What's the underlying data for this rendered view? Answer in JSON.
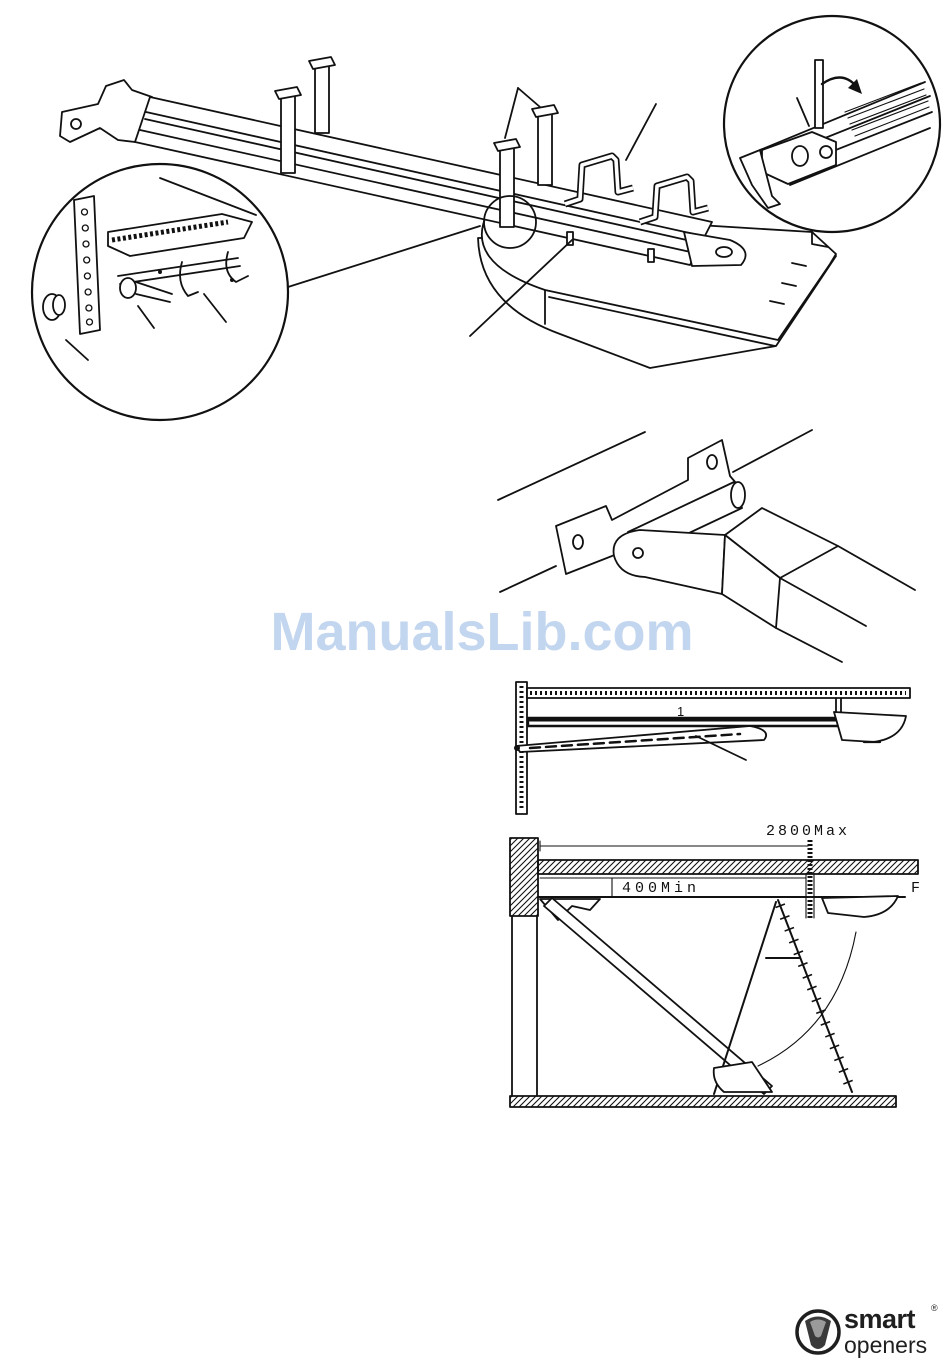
{
  "watermark": {
    "text": "ManualsLib.com"
  },
  "lever_figure": {
    "callout_label": "1"
  },
  "garage_figure": {
    "max_dimension": "2800Max",
    "min_dimension": "400Min",
    "rail_label": "F"
  },
  "logo": {
    "word_top": "smart",
    "word_bottom": "openers",
    "registered_mark": "®"
  },
  "colors": {
    "line": "#111111",
    "watermark": "#c3d6ef",
    "logo": "#1f1f1f"
  }
}
